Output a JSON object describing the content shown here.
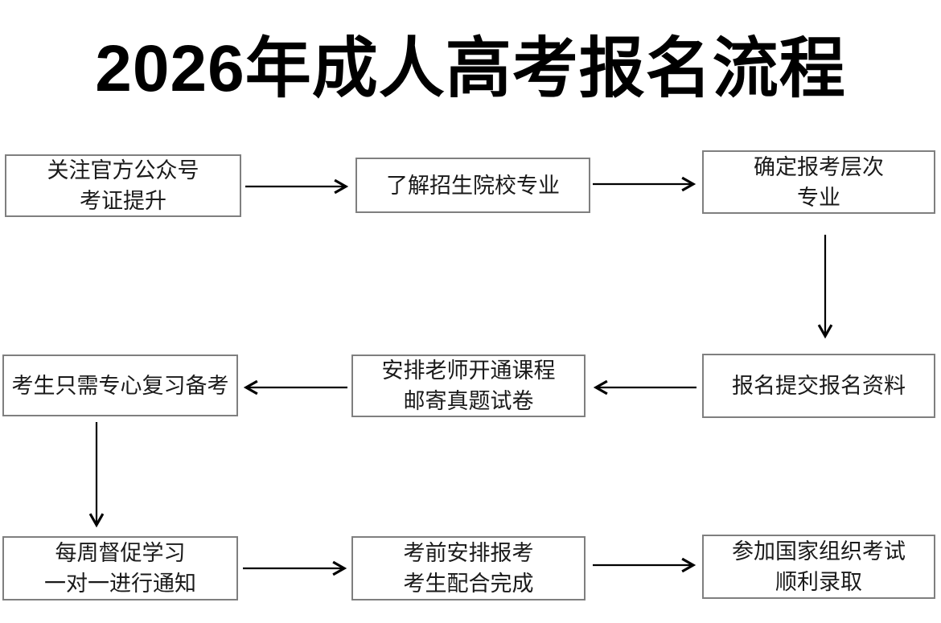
{
  "title": "2026年成人高考报名流程",
  "flowchart": {
    "steps": [
      {
        "id": 1,
        "lines": [
          "关注官方公众号",
          "考证提升"
        ]
      },
      {
        "id": 2,
        "lines": [
          "了解招生院校专业"
        ]
      },
      {
        "id": 3,
        "lines": [
          "确定报考层次",
          "专业"
        ]
      },
      {
        "id": 4,
        "lines": [
          "报名提交报名资料"
        ]
      },
      {
        "id": 5,
        "lines": [
          "安排老师开通课程",
          "邮寄真题试卷"
        ]
      },
      {
        "id": 6,
        "lines": [
          "考生只需专心复习备考"
        ]
      },
      {
        "id": 7,
        "lines": [
          "每周督促学习",
          "一对一进行通知"
        ]
      },
      {
        "id": 8,
        "lines": [
          "考前安排报考",
          "考生配合完成"
        ]
      },
      {
        "id": 9,
        "lines": [
          "参加国家组织考试",
          "顺利录取"
        ]
      }
    ],
    "edges": [
      {
        "from": 1,
        "to": 2,
        "direction": "right"
      },
      {
        "from": 2,
        "to": 3,
        "direction": "right"
      },
      {
        "from": 3,
        "to": 4,
        "direction": "down"
      },
      {
        "from": 4,
        "to": 5,
        "direction": "left"
      },
      {
        "from": 5,
        "to": 6,
        "direction": "left"
      },
      {
        "from": 6,
        "to": 7,
        "direction": "down"
      },
      {
        "from": 7,
        "to": 8,
        "direction": "right"
      },
      {
        "from": 8,
        "to": 9,
        "direction": "right"
      }
    ],
    "colors": {
      "box_border": "#7f7f7f",
      "arrow": "#000000",
      "box_text": "#1a1a1a",
      "title_text": "#000000",
      "background": "#ffffff"
    }
  }
}
